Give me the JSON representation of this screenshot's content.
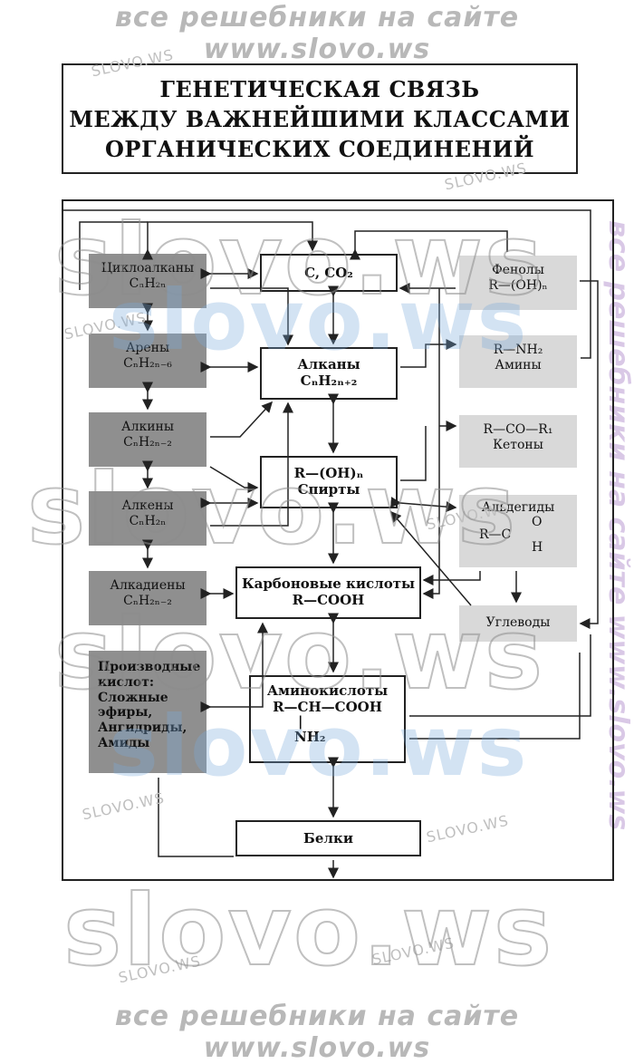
{
  "watermarks": {
    "banner_top": "все решебники на сайте www.slovo.ws",
    "banner_bottom": "все решебники на сайте www.slovo.ws",
    "side": "все решебники на сайте www.slovo.ws",
    "small": "SLOVO.WS",
    "big": "slovo.ws"
  },
  "title": {
    "line1": "ГЕНЕТИЧЕСКАЯ СВЯЗЬ",
    "line2": "МЕЖДУ ВАЖНЕЙШИМИ КЛАССАМИ",
    "line3": "ОРГАНИЧЕСКИХ СОЕДИНЕНИЙ"
  },
  "nodes": {
    "cycloalkanes": {
      "l1": "Циклоалканы",
      "l2": "CₙH₂ₙ"
    },
    "arenes": {
      "l1": "Арены",
      "l2": "CₙH₂ₙ₋₆"
    },
    "alkynes": {
      "l1": "Алкины",
      "l2": "CₙH₂ₙ₋₂"
    },
    "alkenes": {
      "l1": "Алкены",
      "l2": "CₙH₂ₙ"
    },
    "alkadienes": {
      "l1": "Алкадиены",
      "l2": "CₙH₂ₙ₋₂"
    },
    "derivatives": {
      "l1": "Производные",
      "l2": "кислот:",
      "l3": "Сложные",
      "l4": "эфиры,",
      "l5": "Ангидриды,",
      "l6": "Амиды"
    },
    "c_co2": {
      "l1": "C, CO₂"
    },
    "alkanes": {
      "l1": "Алканы",
      "l2": "CₙH₂ₙ₊₂"
    },
    "alcohols": {
      "l1": "R—(OH)ₙ",
      "l2": "Спирты"
    },
    "carboxylic": {
      "l1": "Карбоновые кислоты",
      "l2": "R—COOH"
    },
    "amino": {
      "l1": "Аминокислоты",
      "l2": "R—CH—COOH",
      "l3": "|",
      "l4": "NH₂"
    },
    "proteins": {
      "l1": "Белки"
    },
    "phenols": {
      "l1": "Фенолы",
      "l2": "R—(OH)ₙ"
    },
    "amines": {
      "l1": "R—NH₂",
      "l2": "Амины"
    },
    "ketones": {
      "l1": "R—CO—R₁",
      "l2": "Кетоны"
    },
    "aldehydes": {
      "l1": "Альдегиды",
      "l2": "O",
      "l3": "R—C",
      "l4": "H"
    },
    "carbohydrates": {
      "l1": "Углеводы"
    }
  },
  "colors": {
    "dark_box": "#8f8f8f",
    "light_box": "#d9d9d9",
    "line": "#222222"
  }
}
